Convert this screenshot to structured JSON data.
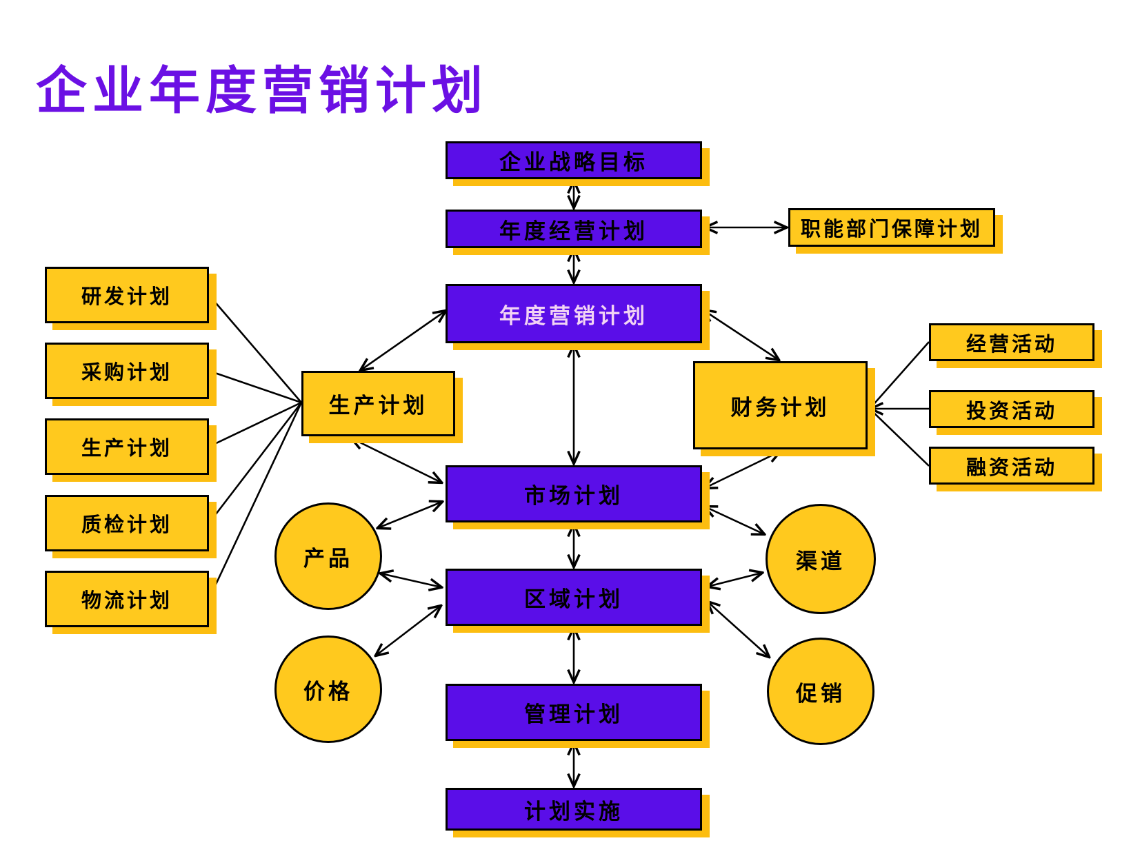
{
  "title": "企业年度营销计划",
  "colors": {
    "title_text": "#6B10E4",
    "purple_box": "#5A0EE8",
    "yellow_box": "#FFC91E",
    "drop_shadow": "#FCBD10",
    "marketing_box_text": "#F2D3F4",
    "box_text": "#000000",
    "connector": "#000000",
    "background": "#FFFFFF"
  },
  "nodes": {
    "strategic_goal": "企业战略目标",
    "annual_business_plan": "年度经营计划",
    "functional_dept_support_plan": "职能部门保障计划",
    "annual_marketing_plan": "年度营销计划",
    "production_plan_hub": "生产计划",
    "finance_plan": "财务计划",
    "market_plan": "市场计划",
    "region_plan": "区域计划",
    "management_plan": "管理计划",
    "plan_implementation": "计划实施",
    "left_column": [
      "研发计划",
      "采购计划",
      "生产计划",
      "质检计划",
      "物流计划"
    ],
    "right_column": [
      "经营活动",
      "投资活动",
      "融资活动"
    ],
    "circles": {
      "product": "产品",
      "price": "价格",
      "channel": "渠道",
      "promotion": "促销"
    }
  }
}
